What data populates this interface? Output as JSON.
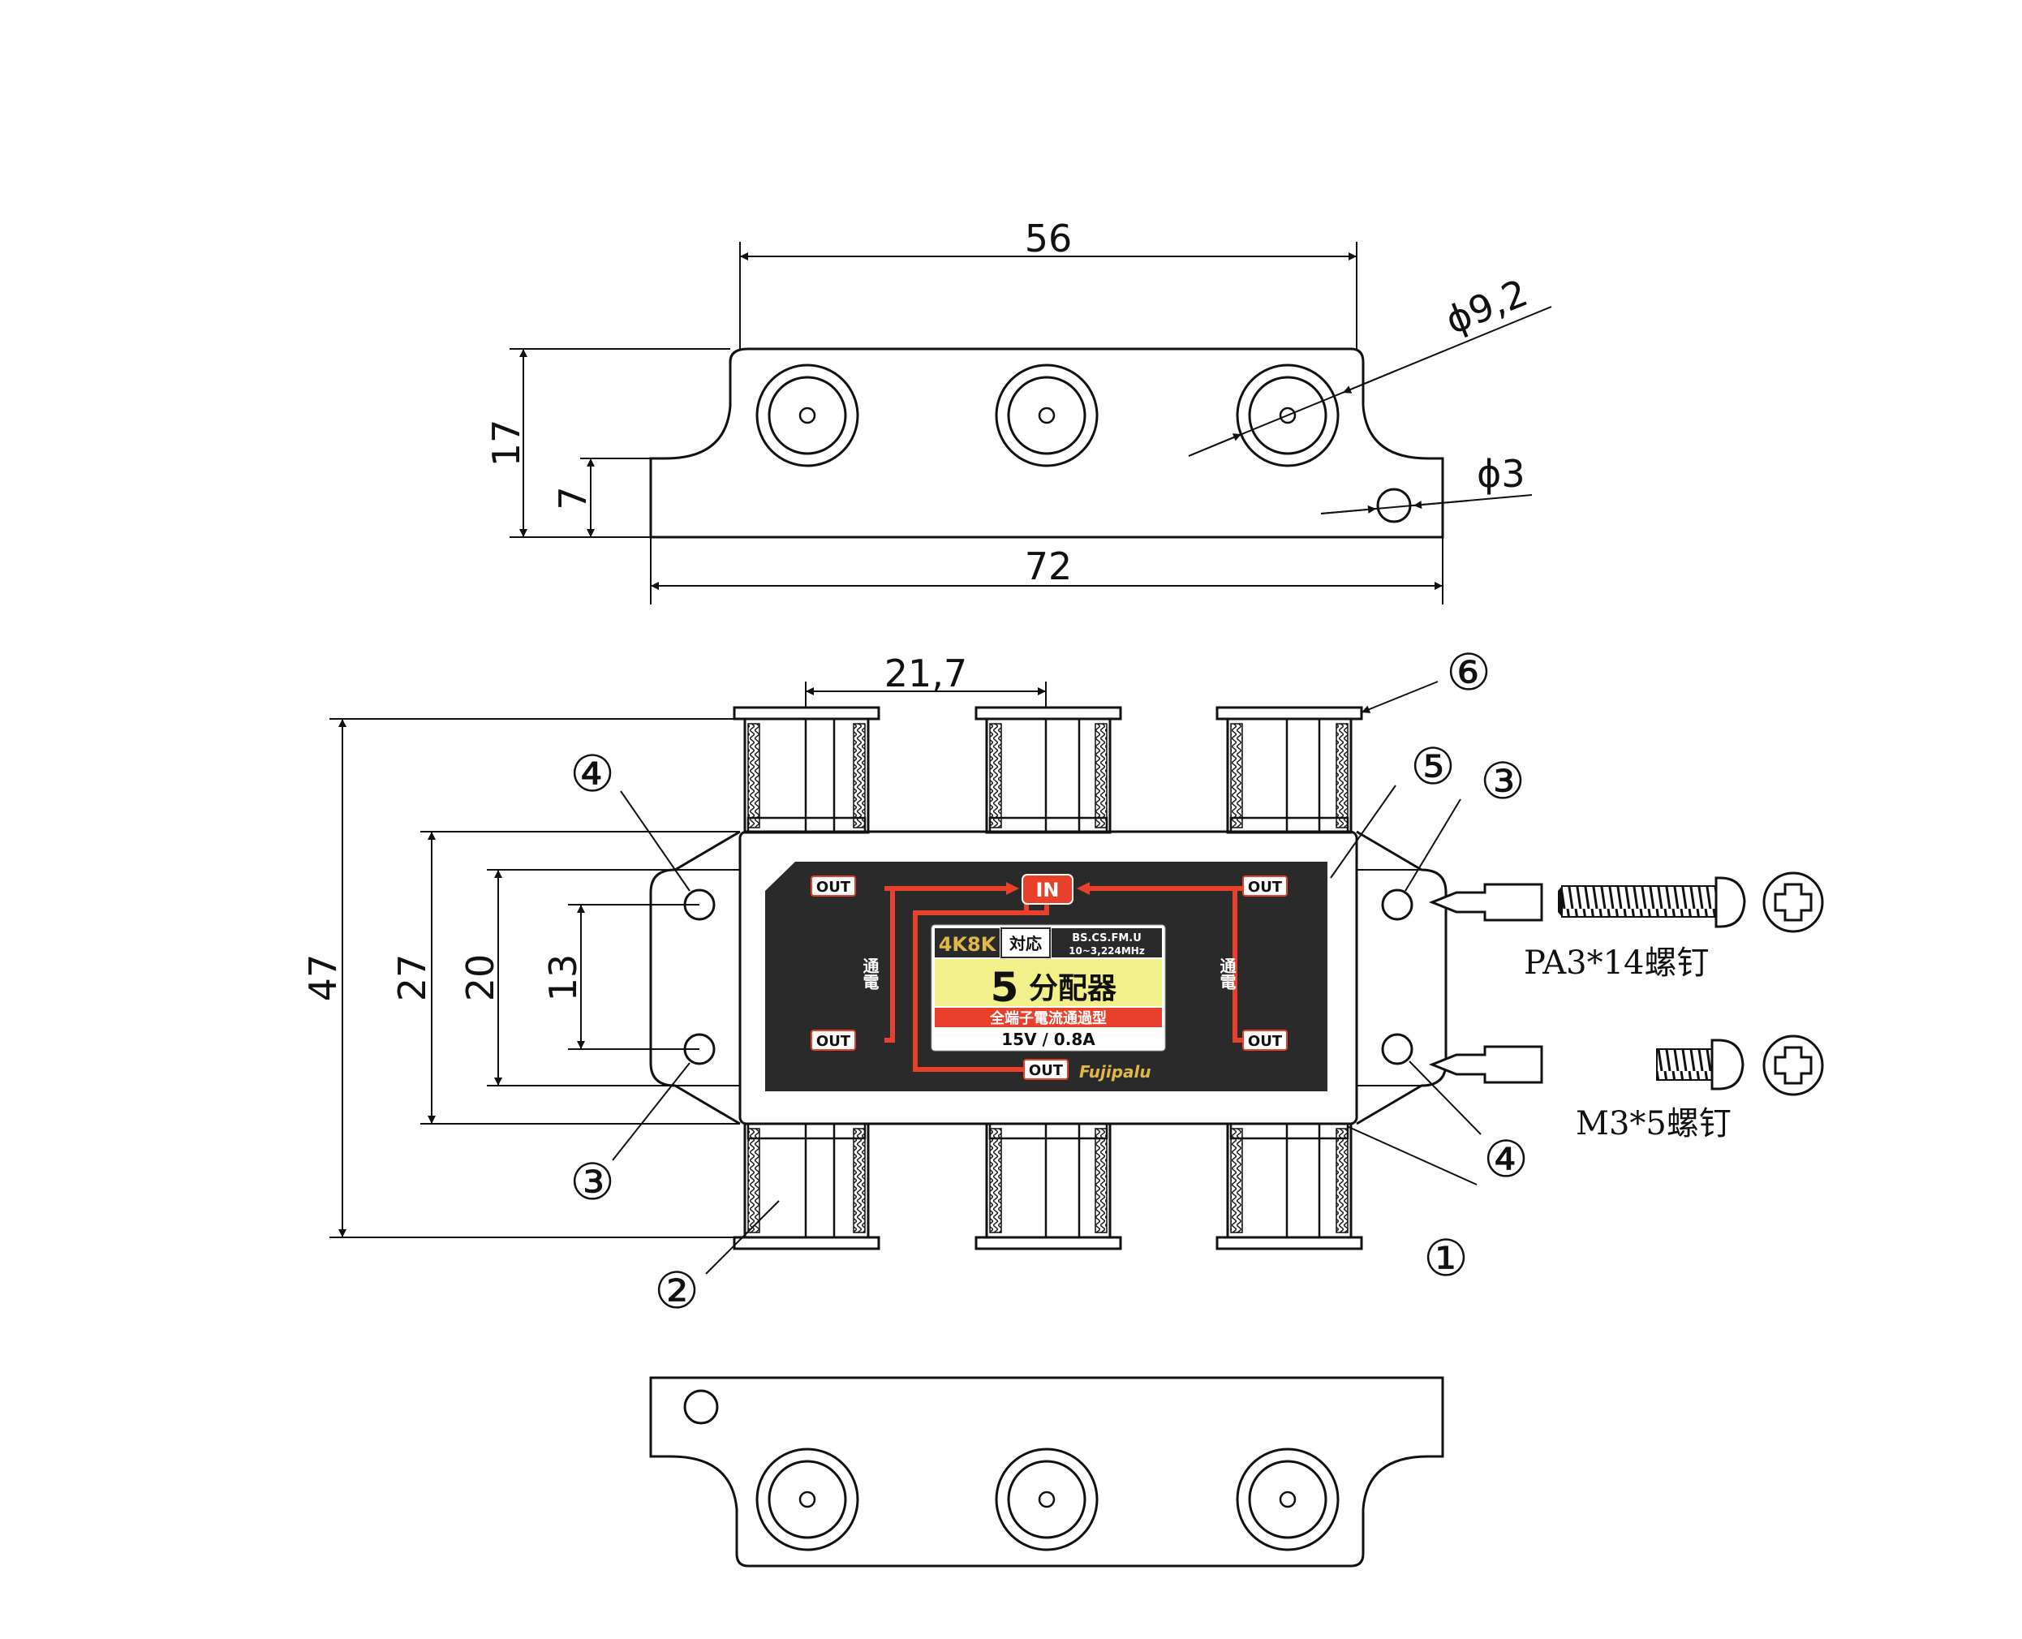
{
  "dimensions": {
    "top_width": "56",
    "port_diameter": "ϕ9,2",
    "height_17": "17",
    "height_7": "7",
    "hole_diameter": "ϕ3",
    "base_width": "72",
    "port_pitch": "21,7",
    "total_height": "47",
    "body_height": "27",
    "flange_height": "20",
    "hole_spacing": "13"
  },
  "callouts": {
    "c1": "①",
    "c2": "②",
    "c3a": "③",
    "c3b": "③",
    "c4a": "④",
    "c4b": "④",
    "c5": "⑤",
    "c6": "⑥"
  },
  "screws": {
    "pa_label": "PA3*14螺钉",
    "m3_label": "M3*5螺钉"
  },
  "product_label": {
    "out_tl": "OUT",
    "out_tr": "OUT",
    "out_bl": "OUT",
    "out_br": "OUT",
    "out_bottom": "OUT",
    "in": "IN",
    "badge_4k8k": "4K8K",
    "badge_taiou": "対応",
    "spec_line1": "BS.CS.FM.U",
    "spec_line2": "10~3,224MHz",
    "main_title_num": "5",
    "main_title": "分配器",
    "sub_title": "全端子電流通過型",
    "rating": "15V / 0.8A",
    "side_left": "通電",
    "side_right": "通電",
    "brand": "Fujipalu"
  },
  "colors": {
    "label_bg": "#2a2a2a",
    "accent_red": "#e8402a",
    "badge_yellow": "#f2f08a",
    "badge_gold": "#e0b84a"
  }
}
